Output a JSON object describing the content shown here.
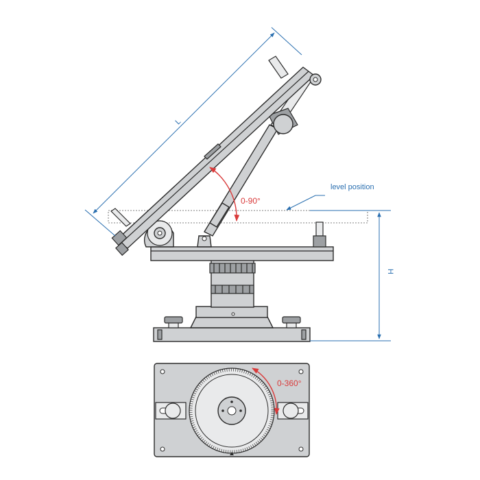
{
  "labels": {
    "length": "L",
    "height": "H",
    "level": "level position",
    "tilt": "0-90°",
    "rotation": "0-360°"
  },
  "colors": {
    "dimension": "#2a6fb0",
    "angle": "#d93a3a",
    "part_fill": "#cfd1d3",
    "outline": "#2b2b2b"
  }
}
